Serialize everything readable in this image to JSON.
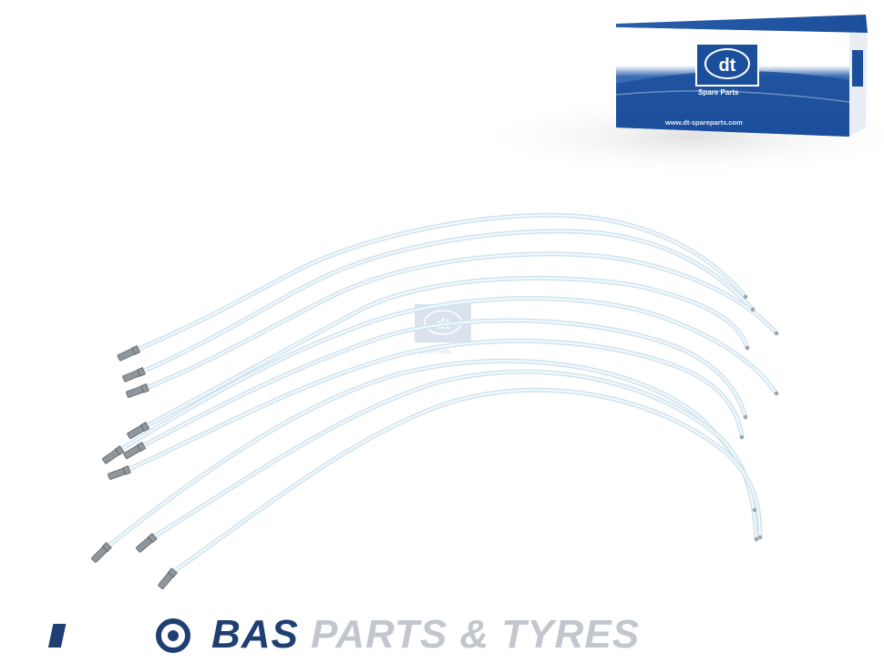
{
  "product_box": {
    "brand_logo_text": "dt",
    "brand_tagline": "Spare Parts",
    "website": "www.dt-spareparts.com",
    "colors": {
      "blue": "#1b4f9c",
      "white": "#ffffff"
    }
  },
  "watermark": {
    "logo_text": "dt",
    "tagline": "Spare Parts"
  },
  "footer": {
    "word_1": "BAS",
    "word_2": "PARTS & TYRES",
    "colors": {
      "primary": "#1f3f73",
      "secondary": "#c2c7cd"
    }
  },
  "product": {
    "wire_count": 10,
    "wire_color": "#cfe3ee"
  }
}
